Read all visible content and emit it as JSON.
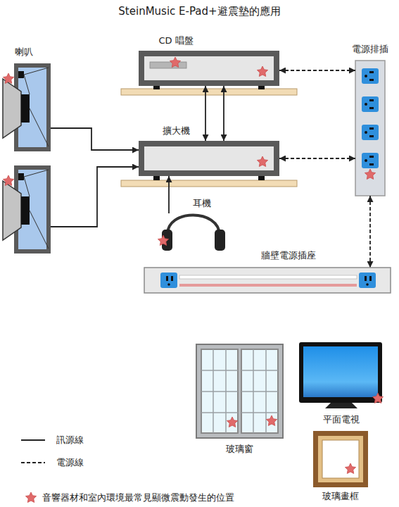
{
  "diagram": {
    "title": "SteinMusic E-Pad+避震墊的應用",
    "nodes": [
      {
        "text": [
          "CD 唱盤"
        ]
      },
      {
        "text": [
          "電源排插"
        ]
      },
      {
        "text": [
          "喇叭"
        ]
      },
      {
        "text": [
          "擴大機"
        ]
      },
      {
        "text": [
          "耳機"
        ]
      },
      {
        "text": [
          "牆壁電源插座"
        ]
      },
      {
        "text": [
          "平面電視"
        ]
      },
      {
        "text": [
          "玻璃窗"
        ]
      },
      {
        "text": [
          "玻璃畫框"
        ]
      }
    ],
    "edges": [
      {
        "from": 0,
        "to": 3,
        "arrow": "both"
      },
      {
        "from": 0,
        "to": 3,
        "arrow": "both"
      },
      {
        "from": 0,
        "to": 1,
        "arrow": "both"
      },
      {
        "from": 3,
        "to": 1,
        "arrow": "both"
      },
      {
        "from": 1,
        "to": 5,
        "arrow": "both"
      },
      {
        "from": 2,
        "to": 3,
        "arrow": "to"
      },
      {
        "from": 2,
        "to": 3,
        "arrow": "to"
      },
      {
        "from": 4,
        "to": 3,
        "arrow": "to"
      }
    ],
    "legend": [
      {
        "text": "訊源線"
      },
      {
        "text": "電源線"
      },
      {
        "text": "音響器材和室內環境最常見顯微震動發生的位置"
      }
    ]
  }
}
